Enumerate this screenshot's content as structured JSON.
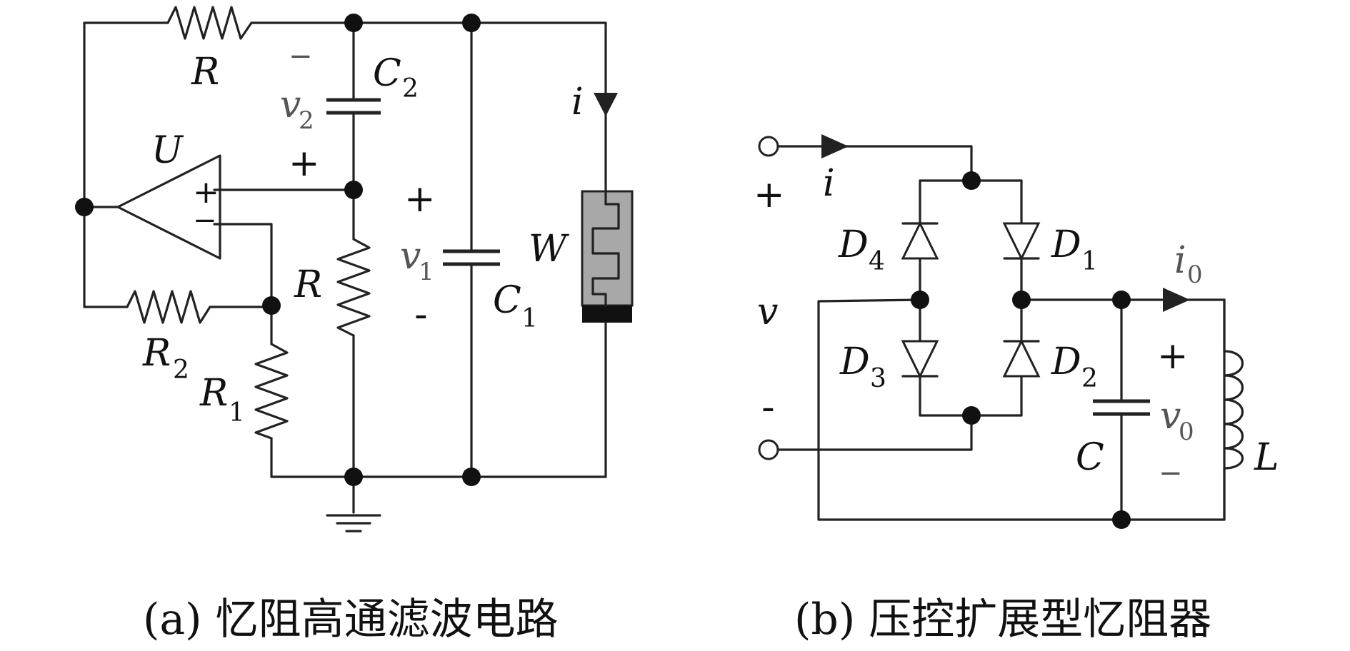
{
  "figure_a": {
    "caption": "(a) 忆阻高通滤波电路",
    "labels": {
      "r_top": "R",
      "c2": "C",
      "c2_sub": "2",
      "v2": "v",
      "v2_sub": "2",
      "v2_minus": "−",
      "v2_plus": "+",
      "opamp": "U",
      "opamp_plus": "+",
      "opamp_minus": "−",
      "r_mid": "R",
      "v1": "v",
      "v1_sub": "1",
      "v1_plus": "+",
      "v1_minus": "-",
      "c1": "C",
      "c1_sub": "1",
      "memristor": "W",
      "current": "i",
      "r2": "R",
      "r2_sub": "2",
      "r1": "R",
      "r1_sub": "1"
    },
    "colors": {
      "memristor_fill": "#a8a8a8",
      "memristor_band": "#111111"
    }
  },
  "figure_b": {
    "caption": "(b) 压控扩展型忆阻器",
    "labels": {
      "current_in": "i",
      "plus": "+",
      "minus": "-",
      "voltage": "v",
      "d4": "D",
      "d4_sub": "4",
      "d1": "D",
      "d1_sub": "1",
      "d3": "D",
      "d3_sub": "3",
      "d2": "D",
      "d2_sub": "2",
      "i0": "i",
      "i0_sub": "0",
      "v0_plus": "+",
      "v0": "v",
      "v0_sub": "0",
      "v0_minus": "−",
      "c": "C",
      "l": "L"
    }
  }
}
